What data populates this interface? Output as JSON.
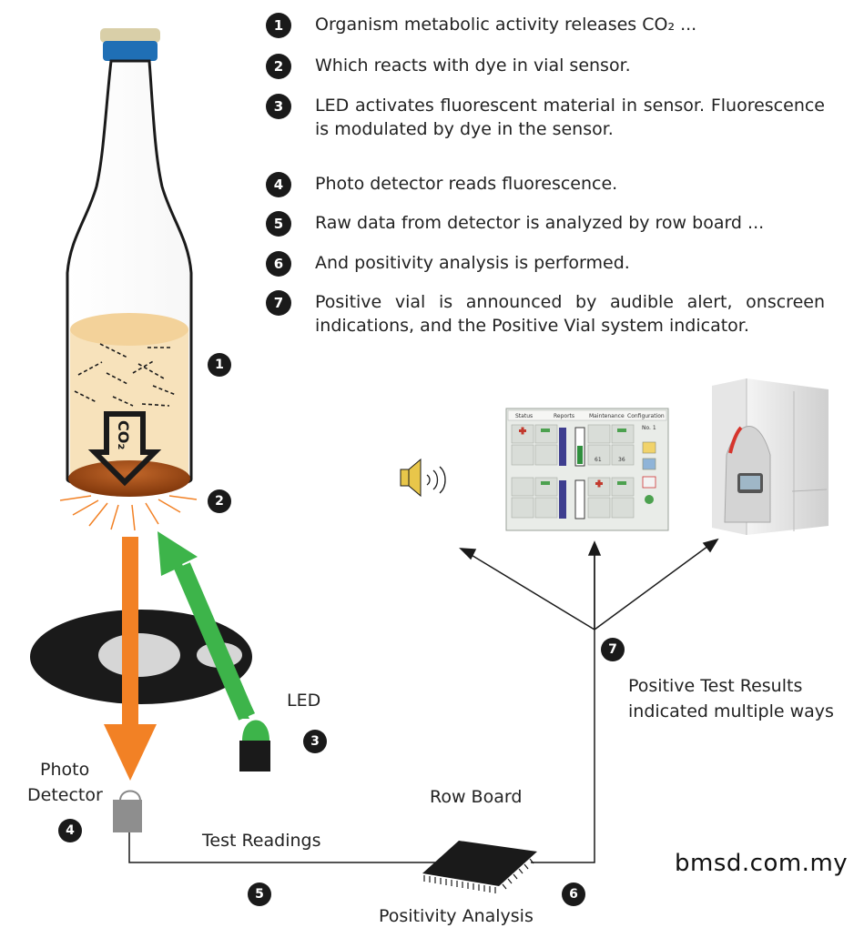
{
  "steps": [
    {
      "num": "1",
      "text": "Organism metabolic activity releases CO₂ ..."
    },
    {
      "num": "2",
      "text": "Which reacts with dye in vial sensor."
    },
    {
      "num": "3",
      "text": "LED activates fluorescent material in sensor. Fluorescence is modulated by dye in the sensor."
    },
    {
      "num": "4",
      "text": "Photo detector reads fluorescence."
    },
    {
      "num": "5",
      "text": "Raw data from detector is analyzed by row board ..."
    },
    {
      "num": "6",
      "text": "And positivity analysis is performed."
    },
    {
      "num": "7",
      "text": "Positive vial is announced by audible alert, onscreen indications, and the Positive Vial system indicator."
    }
  ],
  "labels": {
    "co2": "CO₂",
    "led": "LED",
    "photo_detector_line1": "Photo",
    "photo_detector_line2": "Detector",
    "test_readings": "Test Readings",
    "row_board": "Row Board",
    "positivity_analysis": "Positivity Analysis",
    "results_line1": "Positive Test Results",
    "results_line2": "indicated multiple ways"
  },
  "markers": {
    "m1": "1",
    "m2": "2",
    "m3": "3",
    "m4": "4",
    "m5": "5",
    "m6": "6",
    "m7": "7"
  },
  "screen": {
    "tabs": [
      "Status",
      "Reports",
      "Maintenance",
      "Configuration"
    ],
    "side_label": "No. 1",
    "cells": [
      "61",
      "36"
    ]
  },
  "watermark": "bmsd.com.my",
  "colors": {
    "orange_arrow": "#f28125",
    "green_arrow": "#3db44a",
    "dark": "#1a1a1a",
    "cap_blue": "#1f6fb5",
    "cap_top": "#d9cfa8",
    "broth": "#f6dfb4",
    "sensor": "#a24a12"
  }
}
